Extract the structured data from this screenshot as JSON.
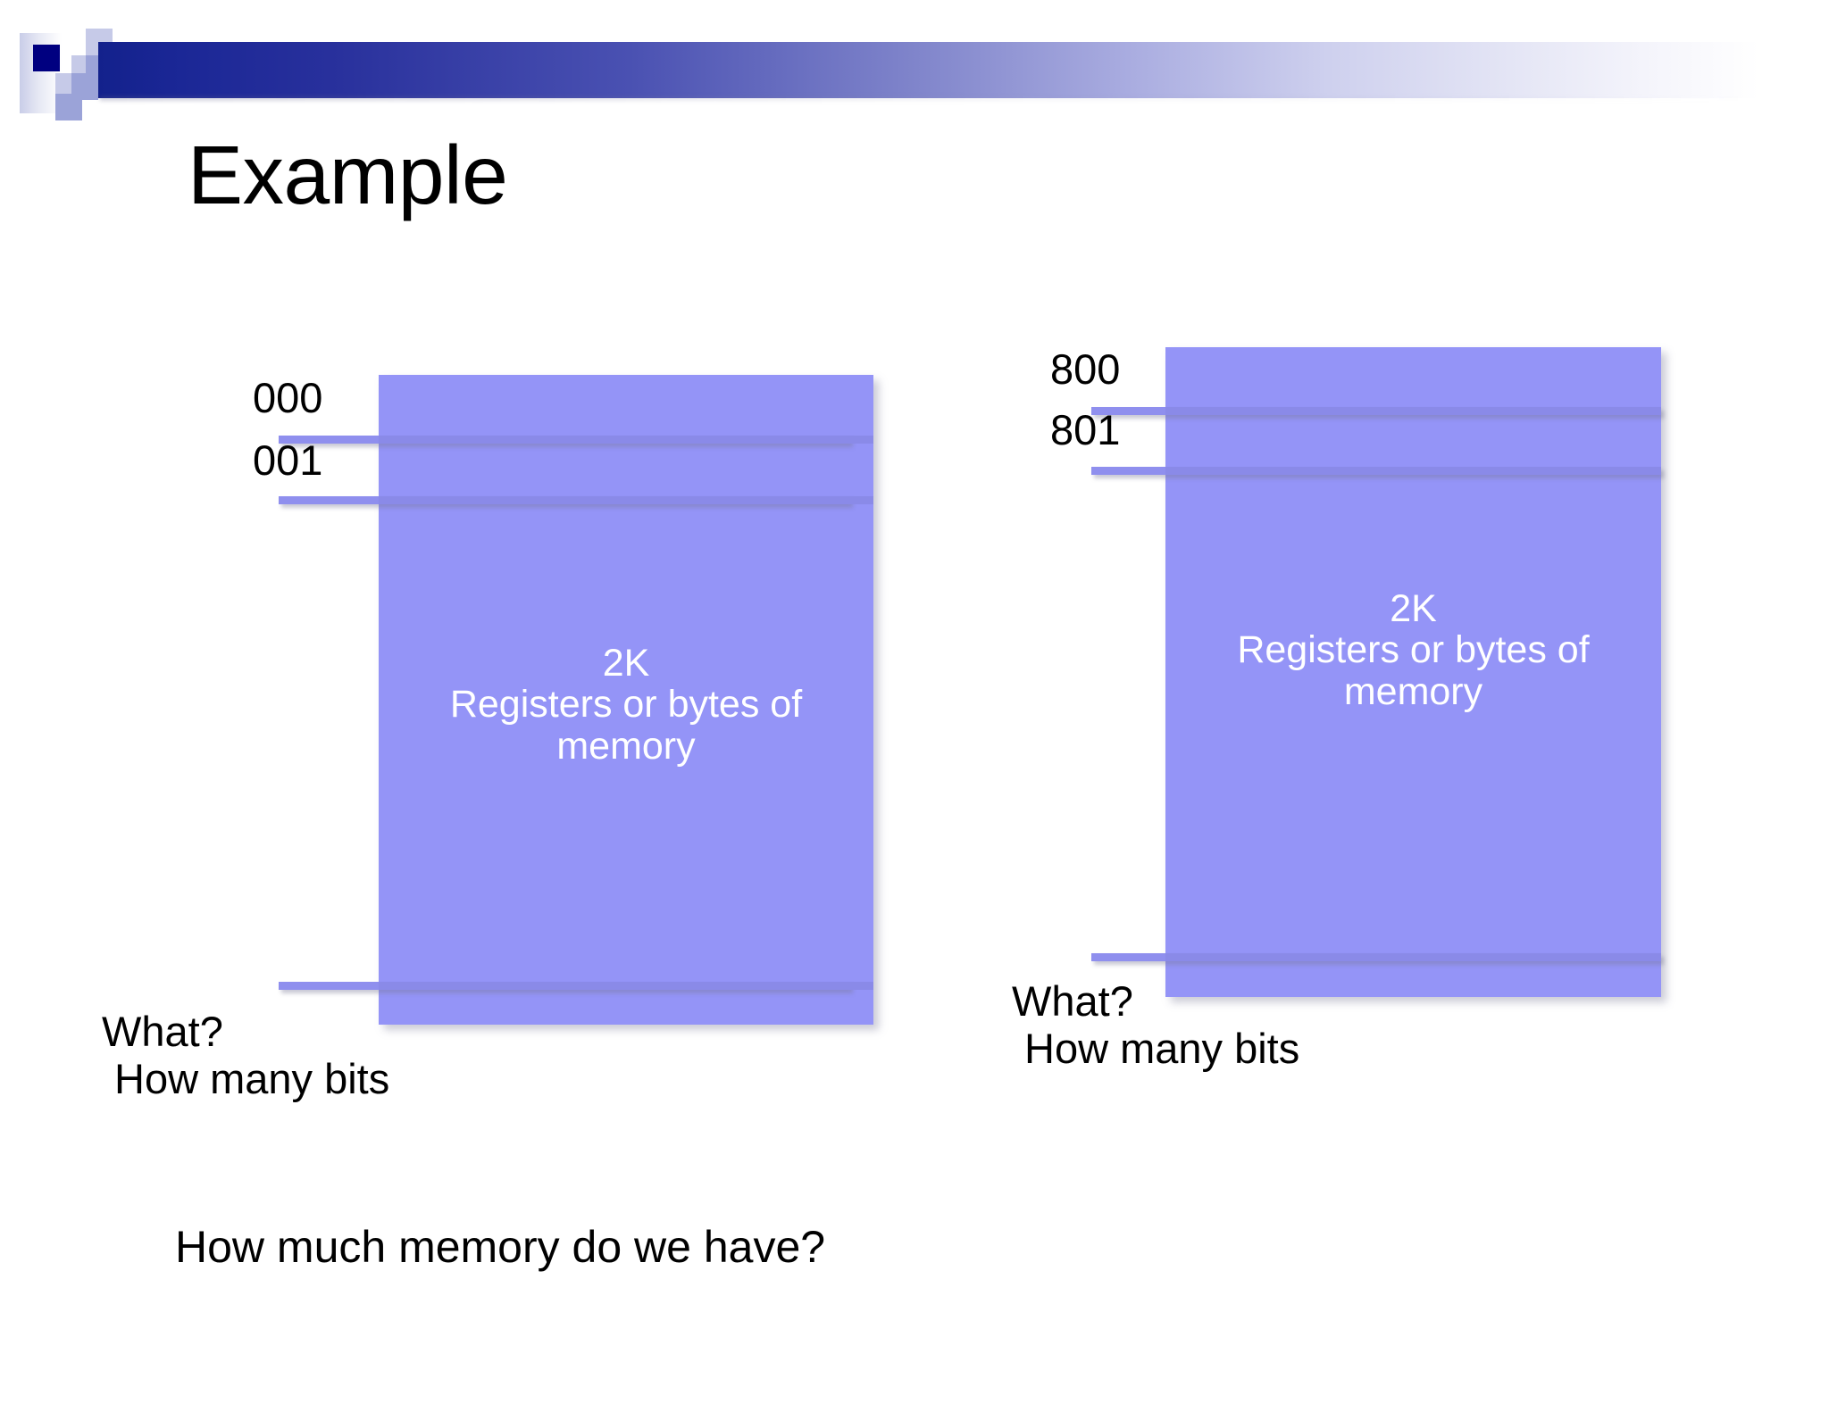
{
  "slide": {
    "title": "Example",
    "background_color": "#ffffff",
    "accent_color": "#9494f7",
    "header_navy": "#000080"
  },
  "header": {
    "decoration_name": "corporate-squares-gradient-bar"
  },
  "left_diagram": {
    "addresses": [
      "000",
      "001"
    ],
    "block_caption_line1": "2K",
    "block_caption_line2": "Registers or bytes of",
    "block_caption_line3": "memory",
    "note_line1": "What?",
    "note_line2": "How many bits"
  },
  "right_diagram": {
    "addresses": [
      "800",
      "801"
    ],
    "block_caption_line1": "2K",
    "block_caption_line2": "Registers or bytes of",
    "block_caption_line3": "memory",
    "note_line1": "What?",
    "note_line2": "How many bits"
  },
  "footer": {
    "question": "How much memory do we have?"
  }
}
